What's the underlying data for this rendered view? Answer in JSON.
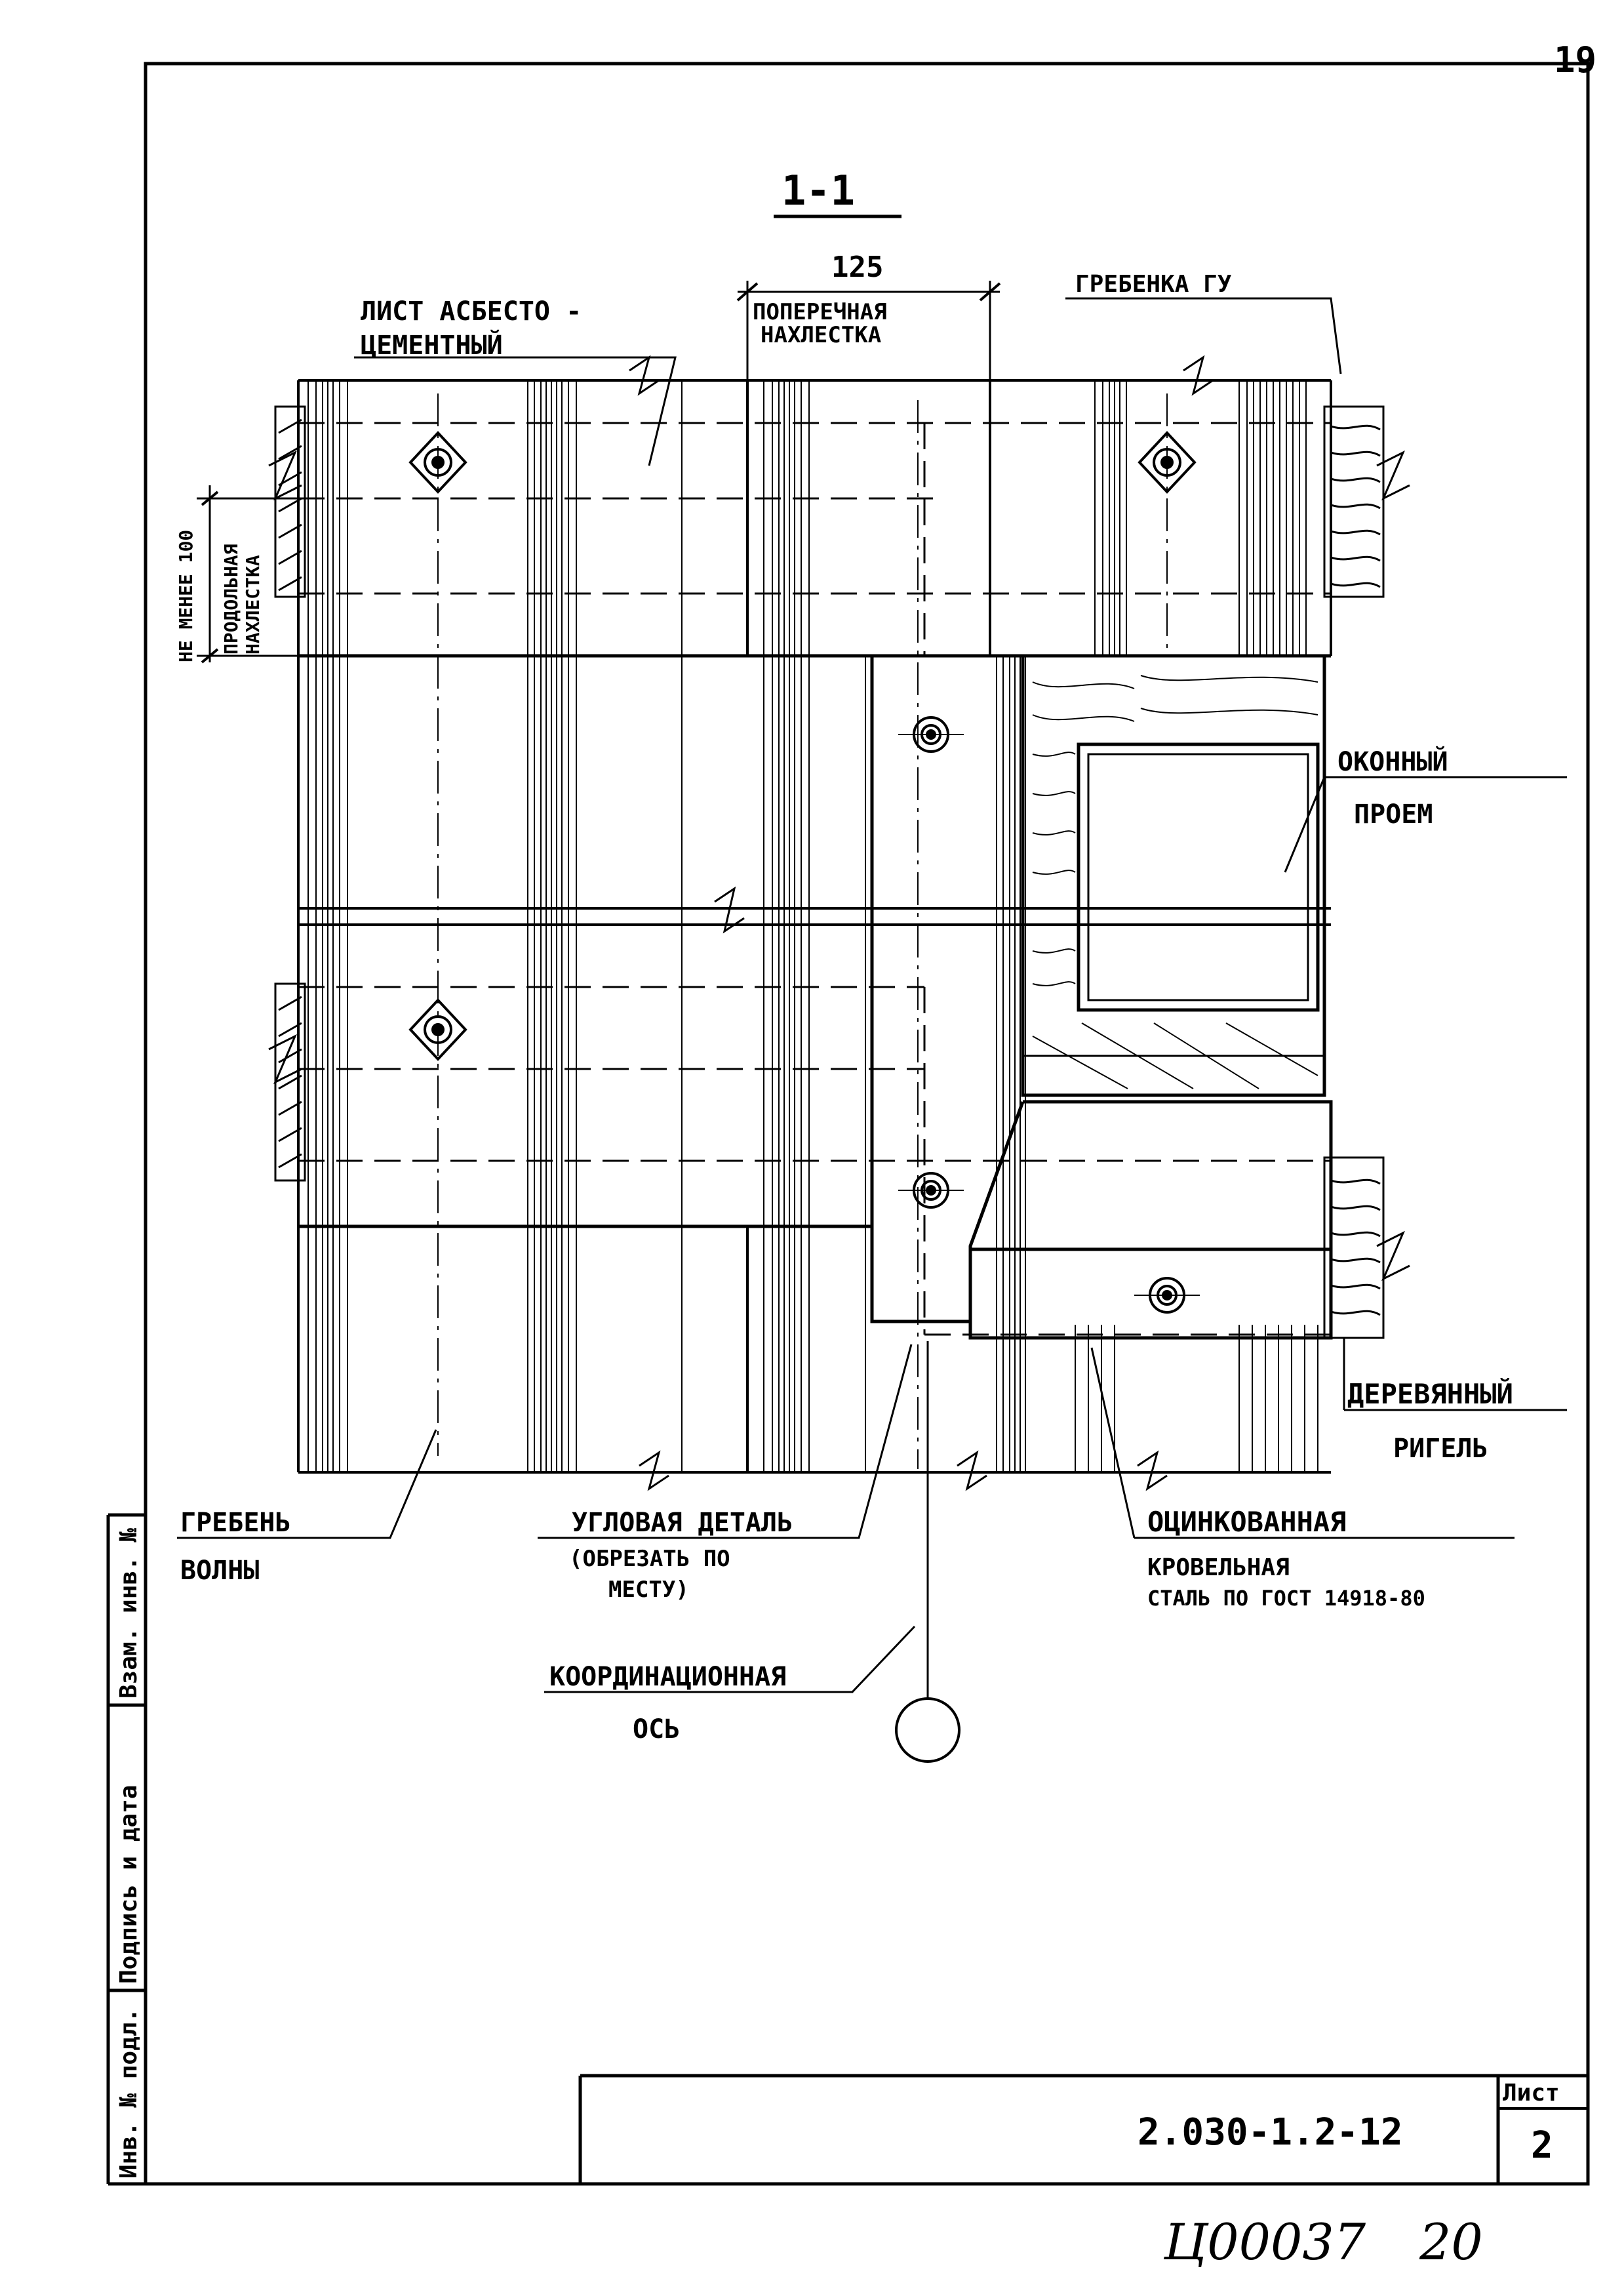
{
  "page_number": "19",
  "section_title": "1-1",
  "dimension_value": "125",
  "labels": {
    "sheet_line1": "ЛИСТ АСБЕСТО -",
    "sheet_line2": "ЦЕМЕНТНЫЙ",
    "transverse_line1": "ПОПЕРЕЧНАЯ",
    "transverse_line2": "НАХЛЕСТКА",
    "comb": "ГРЕБЕНКА ГУ",
    "min100": "НЕ МЕНЕЕ 100",
    "long_line1": "ПРОДОЛЬНАЯ",
    "long_line2": "НАХЛЕСТКА",
    "window_line1": "ОКОННЫЙ",
    "window_line2": "ПРОЕМ",
    "girder_line1": "ДЕРЕВЯННЫЙ",
    "girder_line2": "РИГЕЛЬ",
    "wave_line1": "ГРЕБЕНЬ",
    "wave_line2": "ВОЛНЫ",
    "corner_line1": "УГЛОВАЯ ДЕТАЛЬ",
    "corner_line2": "(ОБРЕЗАТЬ ПО",
    "corner_line3": "МЕСТУ)",
    "steel_line1": "ОЦИНКОВАННАЯ",
    "steel_line2": "КРОВЕЛЬНАЯ",
    "steel_line3": "СТАЛЬ ПО ГОСТ 14918-80",
    "axis_line1": "КООРДИНАЦИОННАЯ",
    "axis_line2": "ОСЬ"
  },
  "side_stamp": {
    "inv_orig": "Инв. № подл.",
    "sign_date": "Подпись и дата",
    "inv_repl": "Взам. инв. №"
  },
  "title_block": {
    "doc_code": "2.030-1.2-12",
    "sheet_label": "Лист",
    "sheet_number": "2"
  },
  "archive_number": "Ц00037",
  "archive_page": "20"
}
